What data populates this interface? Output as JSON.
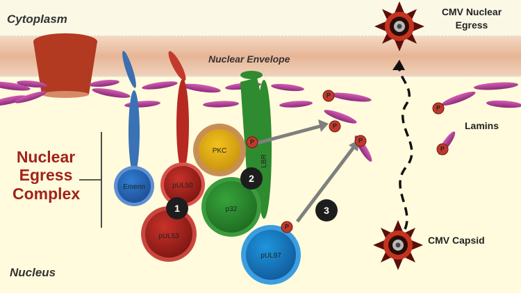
{
  "labels": {
    "cytoplasm": "Cytoplasm",
    "nuclear_envelope": "Nuclear Envelope",
    "nucleus": "Nucleus",
    "egress_line1": "CMV Nuclear",
    "egress_line2": "Egress",
    "lamins": "Lamins",
    "capsid": "CMV Capsid",
    "complex_line1": "Nuclear",
    "complex_line2": "Egress",
    "complex_line3": "Complex"
  },
  "proteins": {
    "emerin": "Emerin",
    "pul50": "pUL50",
    "pul53": "pUL53",
    "pkc": "PKC",
    "lbr": "LBR",
    "p32": "p32",
    "pul97": "pUL97"
  },
  "steps": [
    "1",
    "2",
    "3"
  ],
  "phospho_mark": "P",
  "colors": {
    "background": "#fffbdc",
    "membrane": "#e8b89a",
    "emerin": "#3a72b5",
    "pul50": "#b62a22",
    "pul53": "#a01f1a",
    "pkc": "#e8b51e",
    "p32_lbr": "#2e8b2f",
    "pul97": "#1f86c9",
    "lamin": "#b43a92",
    "phospho": "#c0392b",
    "complex_text": "#a0231b"
  },
  "icons": [
    "capsid-icon",
    "phosphate-icon",
    "pore-icon",
    "lamin-icon",
    "arrow-icon"
  ]
}
